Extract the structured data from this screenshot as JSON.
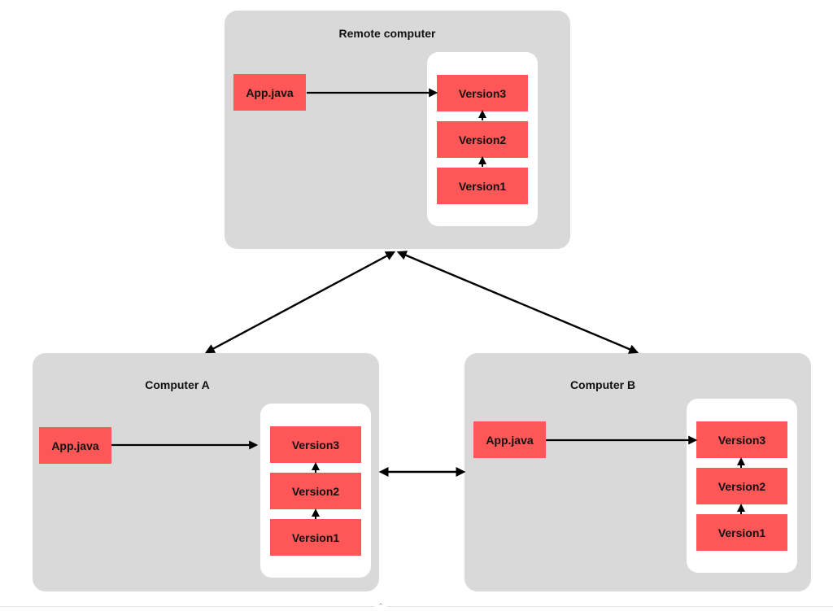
{
  "colors": {
    "panel": "#d9d9d9",
    "repo": "#ffffff",
    "box": "#ff5757",
    "arrow": "#000000"
  },
  "remote": {
    "title": "Remote computer",
    "app": "App.java",
    "versions": [
      "Version3",
      "Version2",
      "Version1"
    ]
  },
  "computer_a": {
    "title": "Computer A",
    "app": "App.java",
    "versions": [
      "Version3",
      "Version2",
      "Version1"
    ]
  },
  "computer_b": {
    "title": "Computer B",
    "app": "App.java",
    "versions": [
      "Version3",
      "Version2",
      "Version1"
    ]
  },
  "footer": {
    "icon": "chevron-up-icon"
  }
}
